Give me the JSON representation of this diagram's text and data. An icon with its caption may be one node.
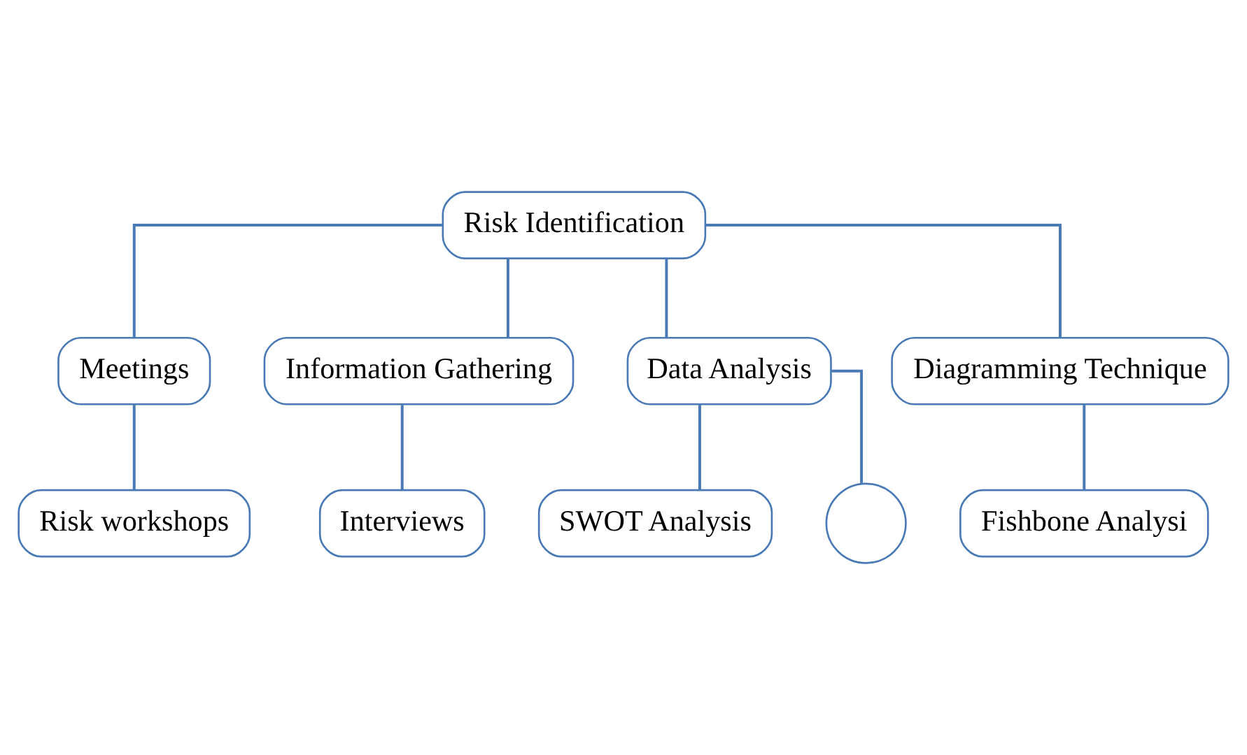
{
  "diagram": {
    "nodes": [
      {
        "text": [
          "Risk Identification"
        ]
      },
      {
        "text": [
          "Meetings"
        ]
      },
      {
        "text": [
          "Information Gathering"
        ]
      },
      {
        "text": [
          "Data Analysis"
        ]
      },
      {
        "text": [
          "Diagramming Technique"
        ]
      },
      {
        "text": [
          "Risk workshops"
        ]
      },
      {
        "text": [
          "Interviews"
        ]
      },
      {
        "text": [
          "SWOT Analysis"
        ]
      },
      {
        "text": [],
        "shape": "circle"
      },
      {
        "text": [
          "Fishbone Analysi"
        ]
      }
    ],
    "edges": [
      {
        "from": 0,
        "to": 1,
        "arrow": "none"
      },
      {
        "from": 0,
        "to": 2,
        "arrow": "none"
      },
      {
        "from": 0,
        "to": 3,
        "arrow": "none"
      },
      {
        "from": 0,
        "to": 4,
        "arrow": "none"
      },
      {
        "from": 1,
        "to": 5,
        "arrow": "none"
      },
      {
        "from": 2,
        "to": 6,
        "arrow": "none"
      },
      {
        "from": 3,
        "to": 7,
        "arrow": "none"
      },
      {
        "from": 3,
        "to": 8,
        "arrow": "none"
      },
      {
        "from": 4,
        "to": 9,
        "arrow": "none"
      }
    ]
  }
}
